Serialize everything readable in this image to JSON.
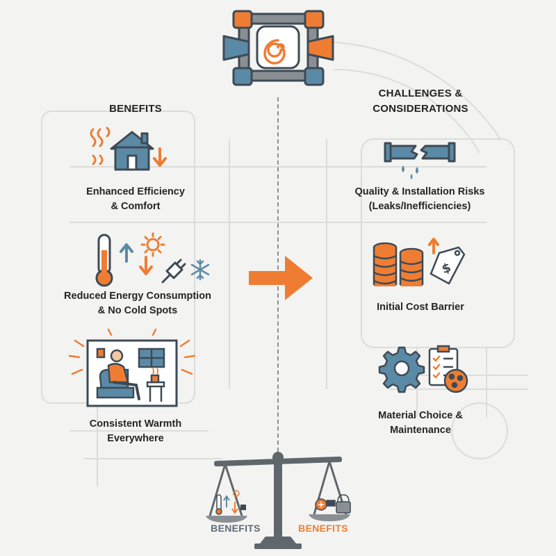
{
  "left_column": {
    "heading": "BENEFITS",
    "items": [
      {
        "lines": [
          "Enhanced Efficiency",
          "& Comfort"
        ],
        "icon": "house-heat-icon"
      },
      {
        "lines": [
          "Reduced Energy Consumption",
          "& No Cold Spots"
        ],
        "icon": "thermometer-energy-icon"
      },
      {
        "lines": [
          "Consistent Warmth",
          "Everywhere"
        ],
        "icon": "person-relaxing-icon"
      }
    ]
  },
  "right_column": {
    "heading_lines": [
      "CHALLENGES &",
      "CONSIDERATIONS"
    ],
    "items": [
      {
        "lines": [
          "Quality & Installation Risks",
          "(Leaks/Inefficiencies)"
        ],
        "icon": "broken-pipe-icon"
      },
      {
        "lines": [
          "Initial Cost Barrier"
        ],
        "icon": "coins-price-tag-icon"
      },
      {
        "lines": [
          "Material Choice &",
          "Maintenance"
        ],
        "icon": "gear-checklist-icon"
      }
    ]
  },
  "scale": {
    "left_label": "BENEFITS",
    "right_label": "BENEFITS",
    "icon": "balance-scale-icon"
  },
  "colors": {
    "accent_orange": "#ee7d33",
    "accent_blue": "#5b8aa6",
    "dark": "#3d4a55",
    "gray": "#8a8f94",
    "background": "#f3f3f1"
  },
  "icons": {
    "top": "pipe-loop-icon",
    "center_arrow": "right-arrow-icon"
  }
}
